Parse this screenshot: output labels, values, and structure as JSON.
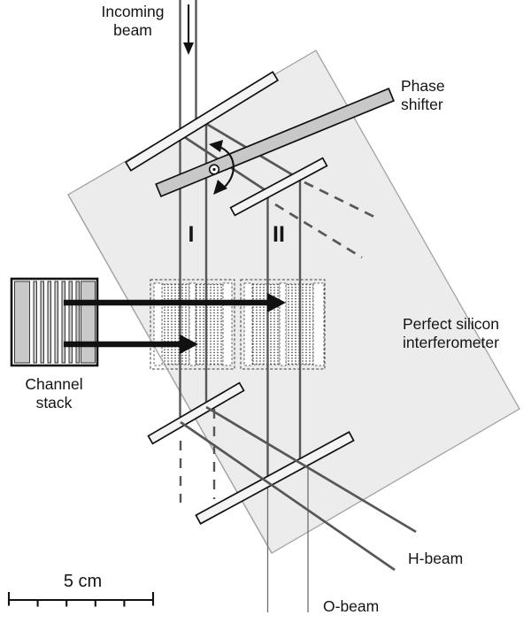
{
  "labels": {
    "incoming_beam": "Incoming beam",
    "phase_shifter": "Phase shifter",
    "interferometer": "Perfect silicon interferometer",
    "channel_stack": "Channel stack",
    "path_i": "I",
    "path_ii": "II",
    "h_beam": "H-beam",
    "o_beam": "O-beam",
    "scale_bar": "5 cm"
  },
  "colors": {
    "silicon_slab": "#ececec",
    "slab_edge": "#a3a3a3",
    "blade_fill": "#f4f4f4",
    "phase_shifter_fill": "#c8c8c8",
    "beam": "#575757",
    "thin_beam": "#6f6f6f",
    "ink": "#111111",
    "channel_gray": "#c9c9c9"
  }
}
